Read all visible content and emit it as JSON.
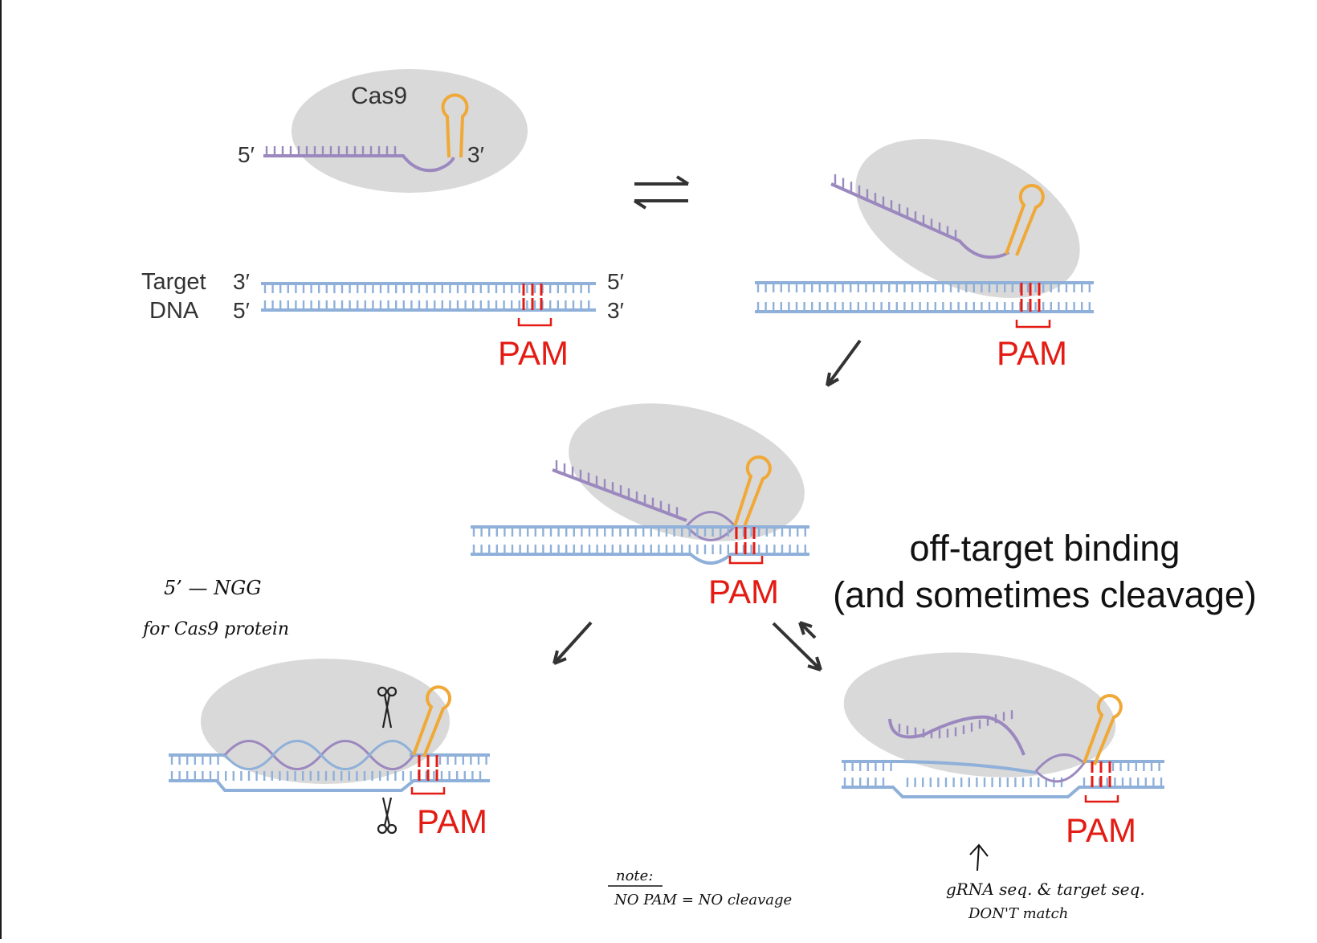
{
  "colors": {
    "dna": "#8fb0d9",
    "guide_rna": "#9b88bf",
    "scaffold": "#f0a836",
    "pam": "#e41b13",
    "protein": "#d9d9d9",
    "arrow": "#333333",
    "ink": "#111111"
  },
  "step1": {
    "protein_label": "Cas9",
    "rna_5prime": "5′",
    "rna_3prime": "3′",
    "dna_label_line1": "Target",
    "dna_label_line2": "DNA",
    "dna_top_left": "3′",
    "dna_bottom_left": "5′",
    "dna_top_right": "5′",
    "dna_bottom_right": "3′",
    "pam_label": "PAM"
  },
  "step2": {
    "pam_label": "PAM"
  },
  "step3": {
    "pam_label": "PAM"
  },
  "step4": {
    "pam_label": "PAM",
    "icons": [
      "scissors-icon",
      "scissors-icon"
    ]
  },
  "step5": {
    "pam_label": "PAM"
  },
  "off_target": {
    "line1": "off-target binding",
    "line2": "(and sometimes cleavage)"
  },
  "handwritten": {
    "guide_note_line1": "5’ — NGG",
    "guide_note_line2": "for Cas9 protein",
    "note_heading": "note:",
    "note_body": "NO PAM = NO cleavage",
    "mismatch_line1": "gRNA seq. & target seq.",
    "mismatch_line2": "DON'T match"
  }
}
